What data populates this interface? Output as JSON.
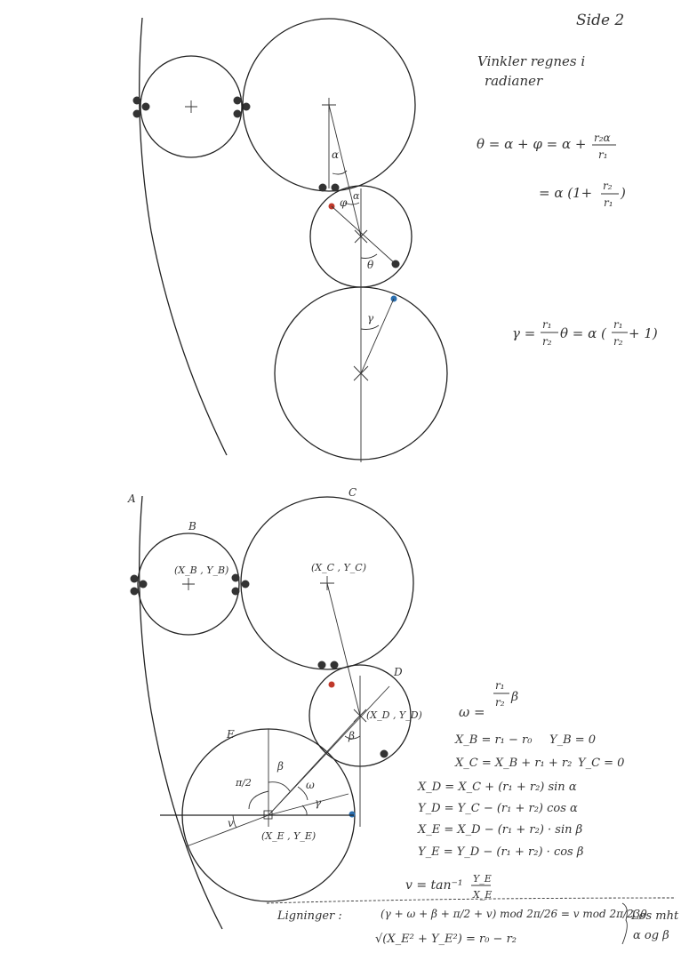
{
  "page": {
    "label": "Side 2"
  },
  "top_diagram": {
    "note_line1": "Vinkler regnes i",
    "note_line2": "radianer",
    "label_alpha": "α",
    "label_phi": "φ",
    "label_alpha2": "α",
    "label_theta": "θ",
    "label_gamma": "γ",
    "eq_theta_1a": "θ = α + φ = α +",
    "eq_theta_1_num": "r₂α",
    "eq_theta_1_den": "r₁",
    "eq_theta_2a": "= α (1+",
    "eq_theta_2_num": "r₂",
    "eq_theta_2_den": "r₁",
    "eq_theta_2b": ")",
    "eq_gamma_a": "γ =",
    "eq_gamma_num": "r₁",
    "eq_gamma_den": "r₂",
    "eq_gamma_b": "θ = α (",
    "eq_gamma_num2": "r₁",
    "eq_gamma_den2": "r₂",
    "eq_gamma_c": "+ 1)"
  },
  "bottom_diagram": {
    "label_A": "A",
    "label_B": "B",
    "label_C": "C",
    "label_D": "D",
    "label_E": "E",
    "coord_B": "(X_B , Y_B)",
    "coord_C": "(X_C , Y_C)",
    "coord_D": "(X_D , Y_D)",
    "coord_E": "(X_E , Y_E)",
    "label_beta_D": "β",
    "label_beta_E": "β",
    "label_pi2": "π/2",
    "label_omega": "ω",
    "label_gamma": "γ",
    "label_v": "v",
    "eq_omega_a": "ω =",
    "eq_omega_num": "r₁",
    "eq_omega_den": "r₂",
    "eq_omega_b": "β",
    "eq_xb": "X_B = r₁ − r₀",
    "eq_yb": "Y_B = 0",
    "eq_xc": "X_C = X_B + r₁ + r₂",
    "eq_yc": "Y_C = 0",
    "eq_xd": "X_D = X_C + (r₁ + r₂) sin α",
    "eq_yd": "Y_D = Y_C − (r₁ + r₂) cos α",
    "eq_xe": "X_E = X_D − (r₁ + r₂) · sin β",
    "eq_ye": "Y_E = Y_D − (r₁ + r₂) · cos β",
    "eq_v_a": "v = tan⁻¹",
    "eq_v_num": "Y_E",
    "eq_v_den": "X_E",
    "eq_label": "Ligninger :",
    "eq_main": "(γ + ω + β + π/2 + v) mod 2π/26 = v mod 2π/230",
    "eq_second": "√(X_E² + Y_E²) = r₀ − r₂",
    "solve_line1": "Løs mht",
    "solve_line2": "α og β"
  }
}
